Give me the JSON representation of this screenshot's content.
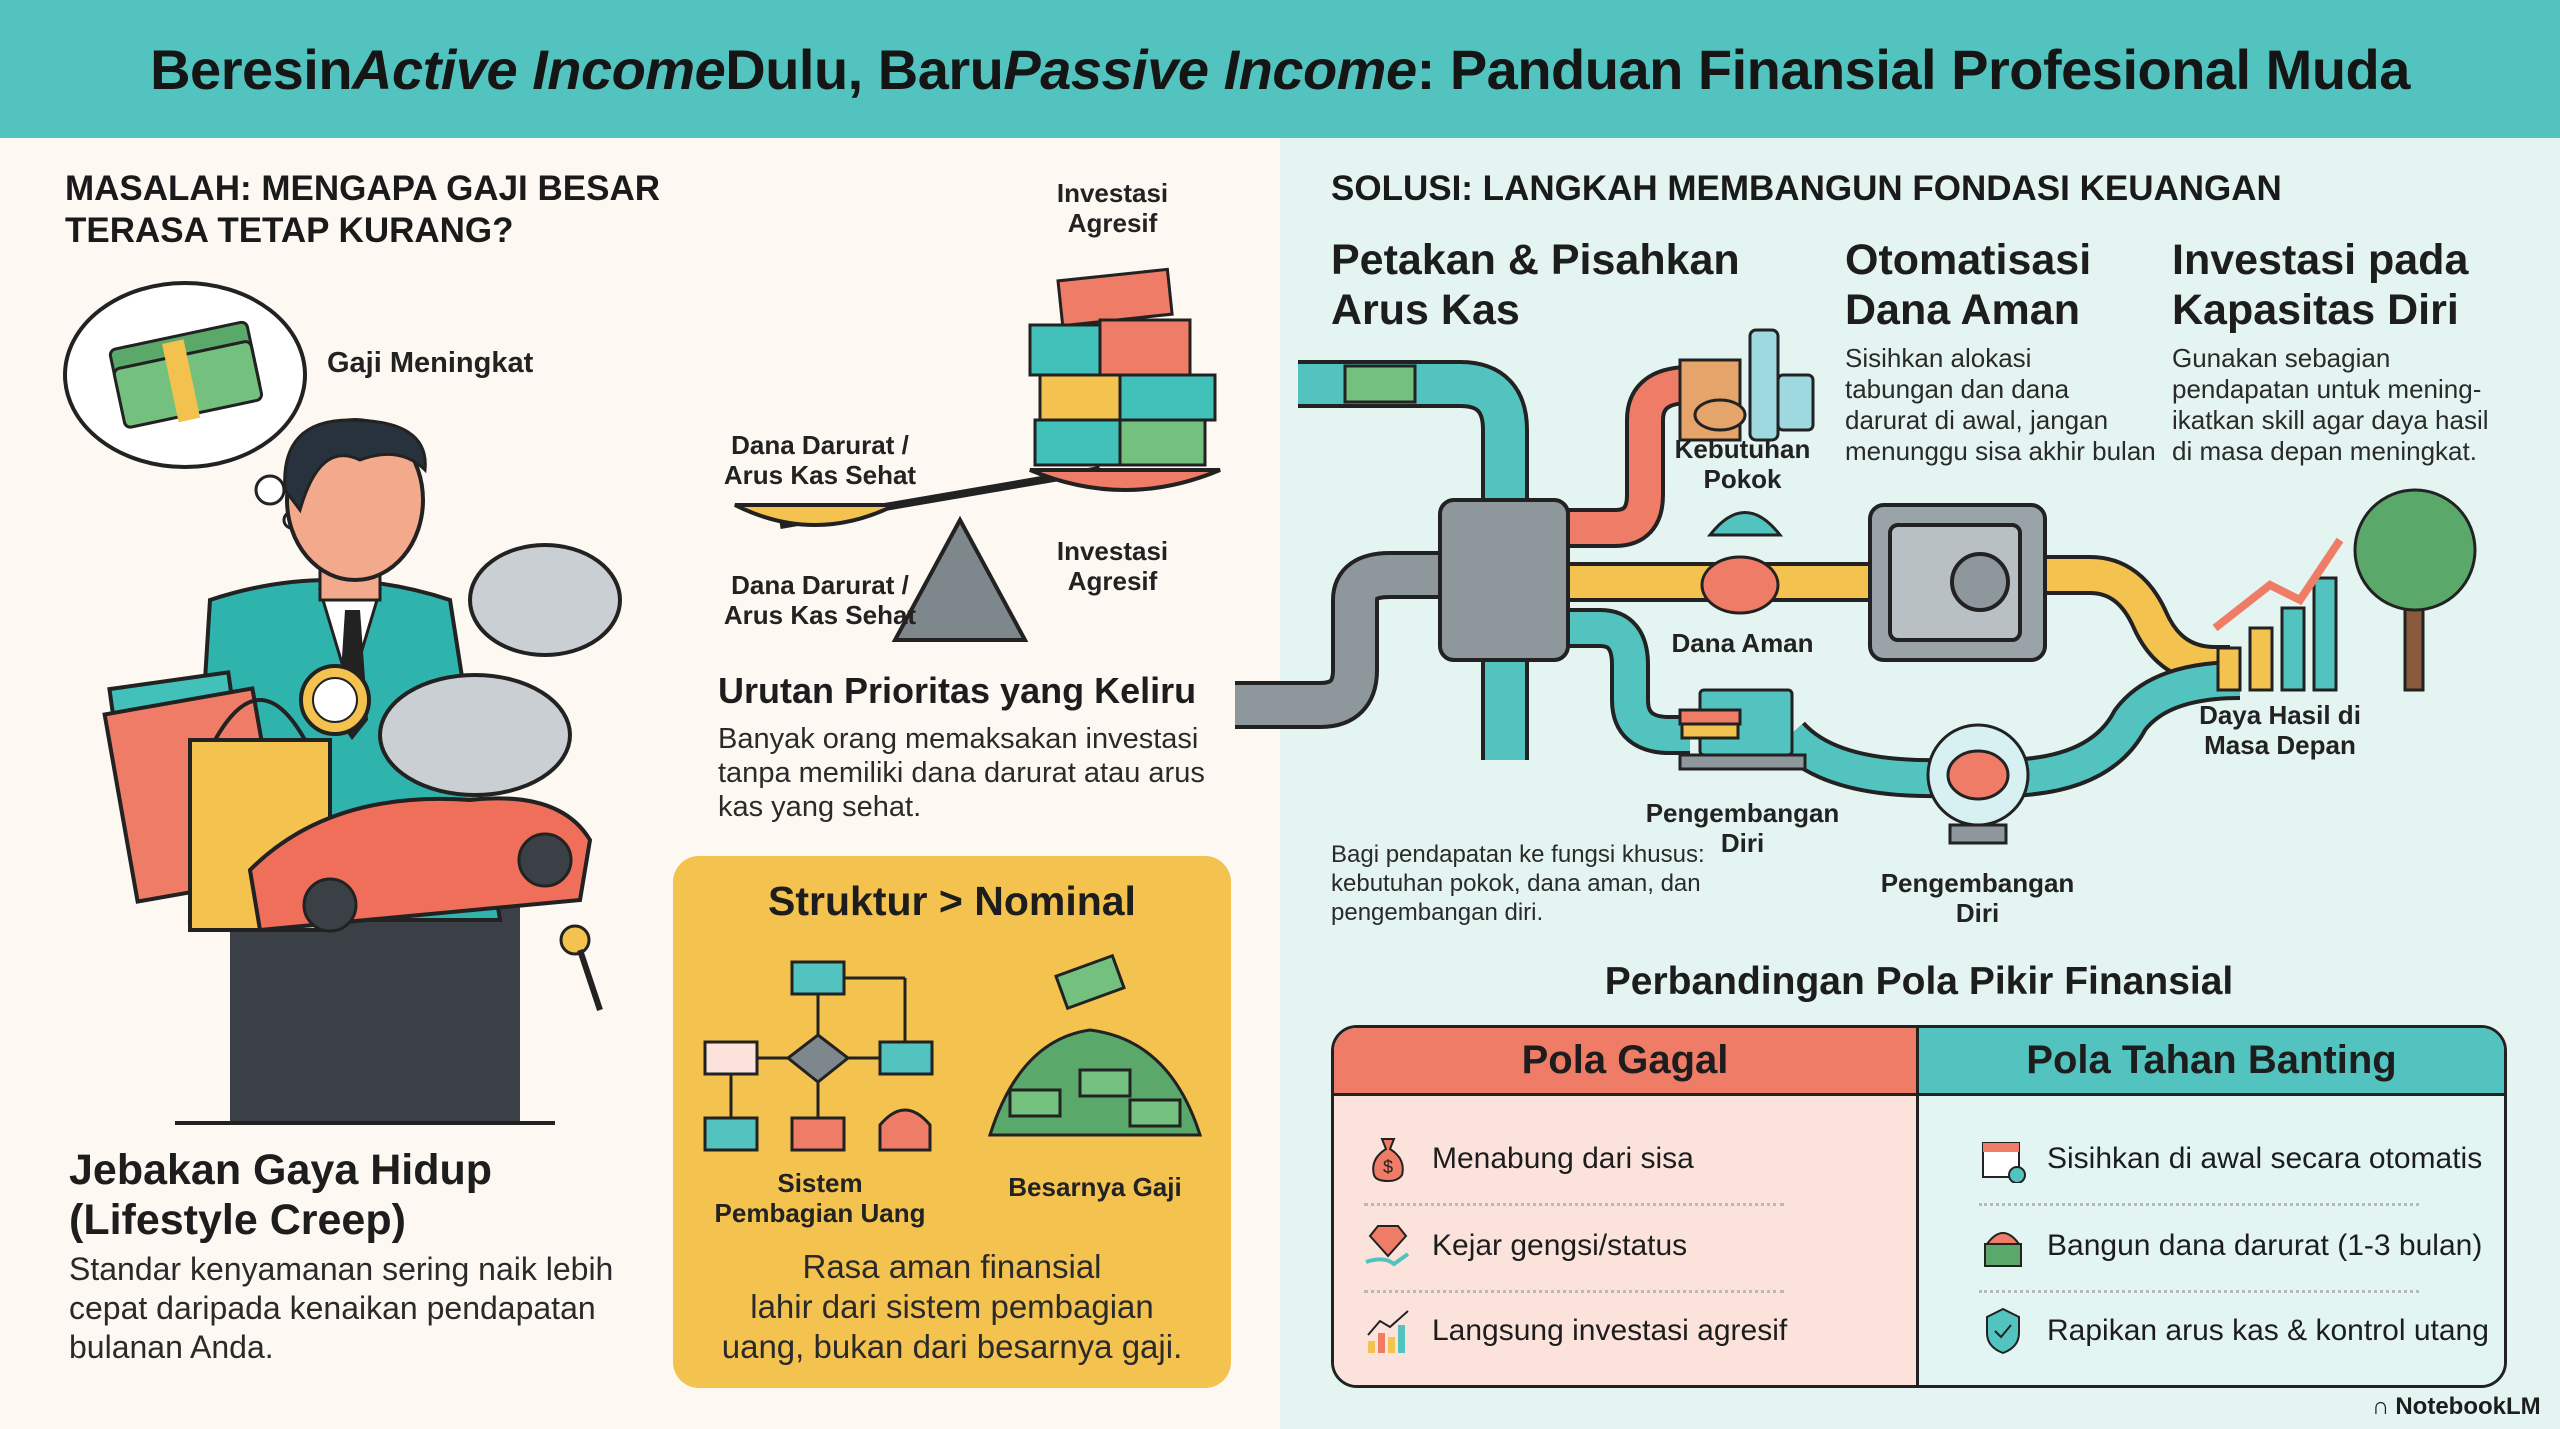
{
  "header": {
    "title_parts": [
      "Beresin ",
      "Active Income",
      " Dulu, Baru ",
      "Passive Income",
      ": Panduan Finansial Profesional Muda"
    ]
  },
  "problem": {
    "section_title_line1": "MASALAH: MENGAPA GAJI BESAR",
    "section_title_line2": "TERASA TETAP KURANG?",
    "thought_label": "Gaji Meningkat",
    "lifestyle_title_line1": "Jebakan Gaya Hidup",
    "lifestyle_title_line2": "(Lifestyle Creep)",
    "lifestyle_body": [
      "Standar kenyamanan sering naik lebih",
      "cepat daripada kenaikan pendapatan",
      "bulanan Anda."
    ]
  },
  "priority": {
    "scale_labels": {
      "top_right": [
        "Investasi",
        "Agresif"
      ],
      "left_top": [
        "Dana Darurat /",
        "Arus Kas Sehat"
      ],
      "left_bottom": [
        "Dana Darurat /",
        "Arus Kas Sehat"
      ],
      "right_bottom": [
        "Investasi",
        "Agresif"
      ]
    },
    "title": "Urutan Prioritas yang Keliru",
    "body": [
      "Banyak orang memaksakan investasi",
      "tanpa memiliki dana darurat atau arus",
      "kas yang sehat."
    ]
  },
  "structure": {
    "title": "Struktur > Nominal",
    "system_label": [
      "Sistem",
      "Pembagian Uang"
    ],
    "salary_label": "Besarnya Gaji",
    "body": [
      "Rasa aman finansial",
      "lahir dari sistem pembagian",
      "uang, bukan dari besarnya gaji."
    ]
  },
  "solution": {
    "section_title": "SOLUSI: LANGKAH MEMBANGUN FONDASI KEUANGAN",
    "steps": [
      {
        "title": [
          "Petakan & Pisahkan",
          "Arus Kas"
        ],
        "body": [
          "Bagi pendapatan ke fungsi khusus:",
          "kebutuhan pokok, dana aman, dan",
          "pengembangan diri."
        ]
      },
      {
        "title": [
          "Otomatisasi",
          "Dana Aman"
        ],
        "body": [
          "Sisihkan alokasi",
          "tabungan dan dana",
          "darurat di awal, jangan",
          "menunggu sisa akhir bulan"
        ]
      },
      {
        "title": [
          "Investasi pada",
          "Kapasitas Diri"
        ],
        "body": [
          "Gunakan sebagian",
          "pendapatan untuk mening-",
          "ikatkan skill agar daya hasil",
          "di masa depan meningkat."
        ]
      }
    ],
    "flow_labels": {
      "needs": [
        "Kebutuhan",
        "Pokok"
      ],
      "safe_fund": "Dana Aman",
      "self_dev_1": [
        "Pengembangan",
        "Diri"
      ],
      "self_dev_2": [
        "Pengembangan",
        "Diri"
      ],
      "future": [
        "Daya Hasil di",
        "Masa Depan"
      ]
    },
    "colors": {
      "needs": "#ef7c66",
      "safe": "#f2c14e",
      "dev": "#52c3bf",
      "pipe": "#7d878c"
    }
  },
  "comparison": {
    "title": "Perbandingan Pola Pikir Finansial",
    "fail": {
      "header": "Pola Gagal",
      "color": "#ef7c66",
      "items": [
        {
          "icon": "money-bag-icon",
          "text": "Menabung dari sisa"
        },
        {
          "icon": "diamond-hand-icon",
          "text": "Kejar gengsi/status"
        },
        {
          "icon": "growth-chart-icon",
          "text": "Langsung investasi agresif"
        }
      ]
    },
    "resilient": {
      "header": "Pola Tahan Banting",
      "color": "#52c3bf",
      "items": [
        {
          "icon": "calendar-icon",
          "text": "Sisihkan di awal secara otomatis"
        },
        {
          "icon": "safe-box-icon",
          "text": "Bangun dana darurat (1-3 bulan)"
        },
        {
          "icon": "shield-check-icon",
          "text": "Rapikan arus kas & kontrol utang"
        }
      ]
    }
  },
  "footer": {
    "brand": "NotebookLM"
  }
}
